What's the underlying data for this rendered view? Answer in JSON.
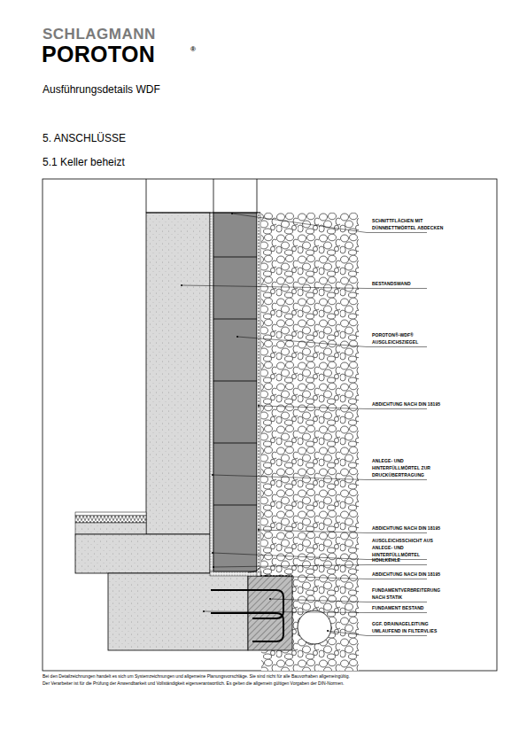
{
  "diagram": {
    "title": "Ausführungsdetails WDF",
    "labels": [
      "SCHLAGMANN",
      "POROTON",
      "®",
      "5. ANSCHLÜSSE",
      "5.1 Keller beheizt",
      "SCHNITTFLÄCHEN MIT DÜNNBETTMÖRTEL ABDECKEN",
      "BESTANDSWAND",
      "POROTON®-WDF® AUSGLEICHSZIEGEL",
      "ABDICHTUNG NACH DIN 18195",
      "ANLEGE- UND HINTERFÜLLMÖRTEL ZUR DRUCKÜBERTRAGUNG",
      "ABDICHTUNG NACH DIN 18195",
      "AUSGLEICHSSCHICHT AUS ANLEGE- UND HINTERFÜLLMÖRTEL",
      "HOHLKEHLE",
      "ABDICHTUNG NACH DIN 18195",
      "FUNDAMENTVERBREITERUNG NACH STATIK",
      "FUNDAMENT BESTAND",
      "GGF. DRAINAGELEITUNG UMLAUFEND IN FILTERVLIES",
      "Bei den Detailzeichnungen handelt es sich um Systemzeichnungen und allgemeine Planungsvorschläge. Sie sind nicht für alle Bauvorhaben allgemeingültig.",
      "Der Verarbeiter ist für die Prüfung der Anwendbarkeit und Vollständigkeit eigenverantwortlich. Es gelten die allgemein gültigen Vorgaben der DIN-Normen."
    ]
  }
}
